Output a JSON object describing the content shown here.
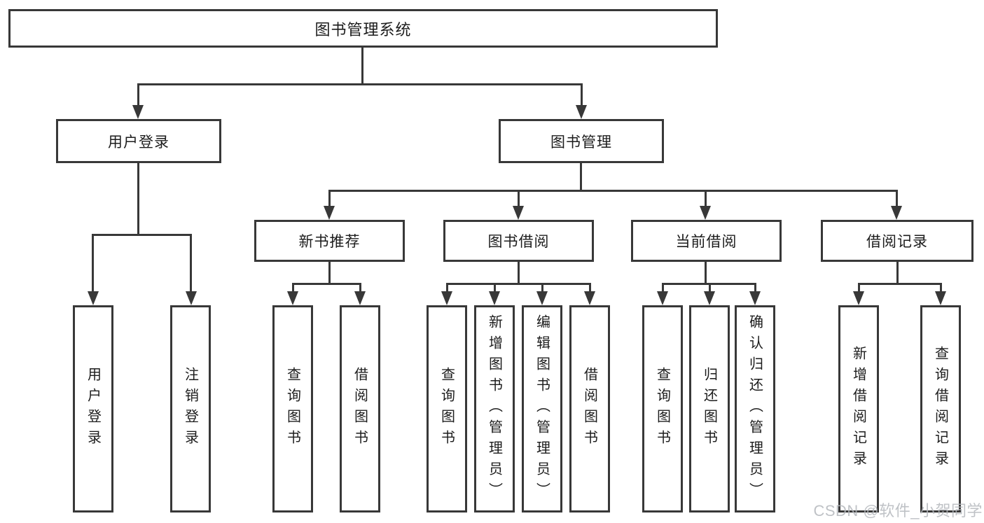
{
  "diagram": {
    "root": {
      "label": "图书管理系统",
      "children": [
        {
          "label": "用户登录",
          "children": [
            {
              "label": "用户登录"
            },
            {
              "label": "注销登录"
            }
          ]
        },
        {
          "label": "图书管理",
          "children": [
            {
              "label": "新书推荐",
              "children": [
                {
                  "label": "查询图书"
                },
                {
                  "label": "借阅图书"
                }
              ]
            },
            {
              "label": "图书借阅",
              "children": [
                {
                  "label": "查询图书"
                },
                {
                  "label": "新增图书（管理员）"
                },
                {
                  "label": "编辑图书（管理员）"
                },
                {
                  "label": "借阅图书"
                }
              ]
            },
            {
              "label": "当前借阅",
              "children": [
                {
                  "label": "查询图书"
                },
                {
                  "label": "归还图书"
                },
                {
                  "label": "确认归还（管理员）"
                }
              ]
            },
            {
              "label": "借阅记录",
              "children": [
                {
                  "label": "新增借阅记录"
                },
                {
                  "label": "查询借阅记录"
                }
              ]
            }
          ]
        }
      ]
    },
    "watermark": "CSDN @软件_小贺同学",
    "colors": {
      "background": "#ffffff",
      "line": "#383838",
      "box_border": "#383838",
      "box_fill": "#ffffff",
      "text": "#1c1c1c",
      "watermark": "#b4b8bd"
    }
  }
}
